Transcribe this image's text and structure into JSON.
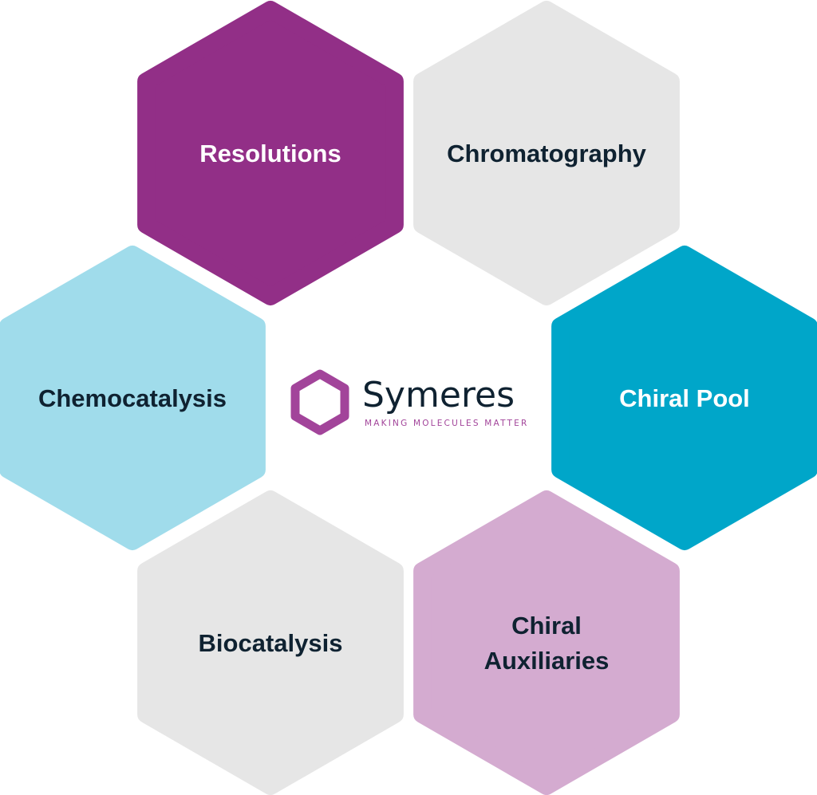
{
  "hexagons": [
    {
      "label": [
        "Resolutions"
      ],
      "fill": "#922f87",
      "text_color": "#ffffff"
    },
    {
      "label": [
        "Chromatography"
      ],
      "fill": "#e6e6e6",
      "text_color": "#0f2231"
    },
    {
      "label": [
        "Chemocatalysis"
      ],
      "fill": "#a0dceb",
      "text_color": "#0f2231"
    },
    {
      "label": [
        "Chiral Pool"
      ],
      "fill": "#00a6c9",
      "text_color": "#ffffff"
    },
    {
      "label": [
        "Biocatalysis"
      ],
      "fill": "#e6e6e6",
      "text_color": "#0f2231"
    },
    {
      "label": [
        "Chiral",
        "Auxiliaries"
      ],
      "fill": "#d4abd0",
      "text_color": "#0f2231"
    }
  ],
  "logo": {
    "name": "Symeres",
    "tagline": "MAKING MOLECULES MATTER",
    "color": "#a2449a"
  }
}
